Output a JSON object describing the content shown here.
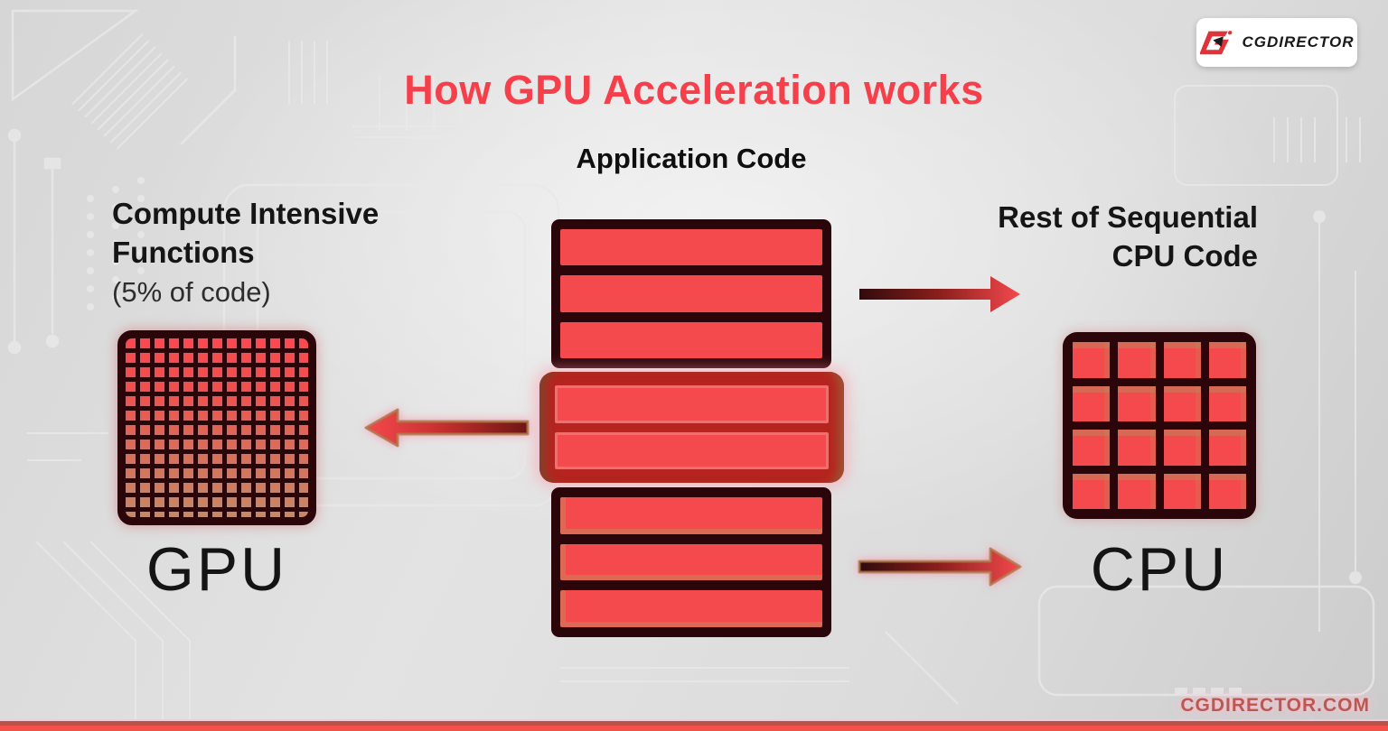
{
  "header": {
    "title": "How GPU Acceleration works",
    "logo_text": "CGDIRECTOR"
  },
  "diagram": {
    "application_code_label": "Application Code",
    "gpu_side": {
      "line1": "Compute Intensive",
      "line2": "Functions",
      "line3": "(5% of code)",
      "chip_label": "GPU"
    },
    "cpu_side": {
      "line1": "Rest of Sequential",
      "line2": "CPU Code",
      "chip_label": "CPU"
    },
    "code_blocks": {
      "top_bars": 3,
      "highlight_bars": 2,
      "bottom_bars": 3
    },
    "cpu_grid": {
      "cells": 16,
      "rows": 4,
      "cols": 4
    },
    "gpu_grid": {
      "rows": 13,
      "cols": 13
    }
  },
  "footer": {
    "site": "CGDIRECTOR.COM"
  },
  "colors": {
    "title_red": "#f5404c",
    "bar_red": "#f4494d",
    "dark_outline": "#2a060a",
    "highlight_border": "#b6241f",
    "highlight_glow": "#ff91a5",
    "tan_shadow": "#c18d5e",
    "footer_text": "#bc584f",
    "bottom_stripe_red": "#f4514d",
    "bottom_stripe_brown": "#b85447",
    "background_gray": "#dcdcdc"
  }
}
